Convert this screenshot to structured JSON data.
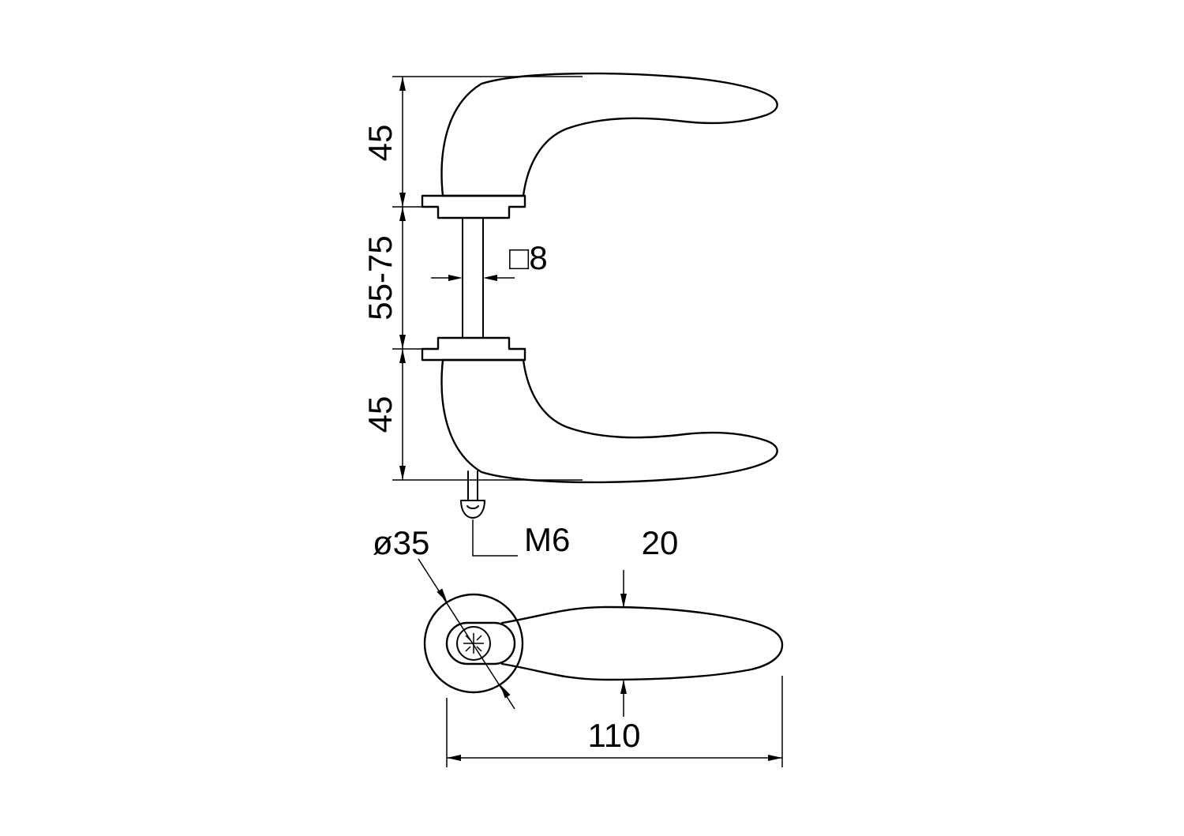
{
  "side_view": {
    "upper_lever_height": "45",
    "spindle_length_range": "55-75",
    "spindle_square": "□8",
    "lower_lever_height": "45",
    "screw_thread": "M6"
  },
  "plan_view": {
    "rose_diameter": "ø35",
    "lever_width": "20",
    "lever_length": "110"
  }
}
